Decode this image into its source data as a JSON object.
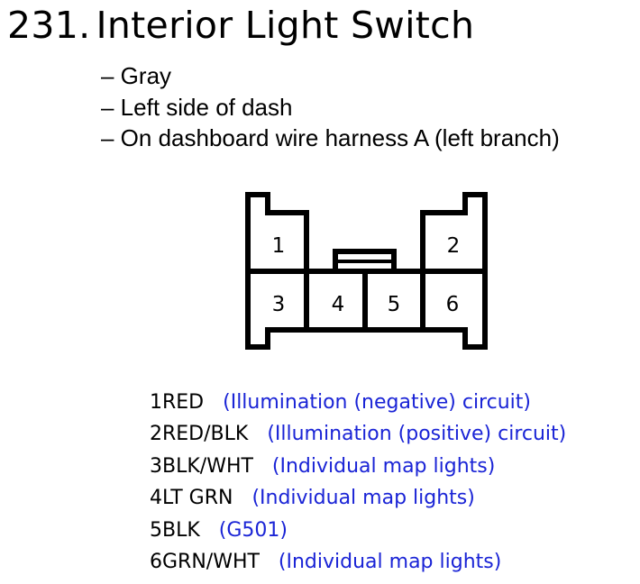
{
  "title": {
    "number": "231.",
    "text": "Interior Light Switch"
  },
  "description": [
    "– Gray",
    "– Left side of dash",
    "– On dashboard wire harness A (left branch)"
  ],
  "connector": {
    "pin_labels": [
      "1",
      "2",
      "3",
      "4",
      "5",
      "6"
    ]
  },
  "pins": [
    {
      "id": "1",
      "wire": "RED",
      "note": "(Illumination (negative) circuit)"
    },
    {
      "id": "2",
      "wire": "RED/BLK",
      "note": "(Illumination (positive) circuit)"
    },
    {
      "id": "3",
      "wire": "BLK/WHT",
      "note": "(Individual map lights)"
    },
    {
      "id": "4",
      "wire": "LT GRN",
      "note": "(Individual map lights)"
    },
    {
      "id": "5",
      "wire": "BLK",
      "note": "(G501)"
    },
    {
      "id": "6",
      "wire": "GRN/WHT",
      "note": "(Individual map lights)"
    }
  ],
  "colors": {
    "note": "#1a24d6",
    "line": "#000000"
  }
}
